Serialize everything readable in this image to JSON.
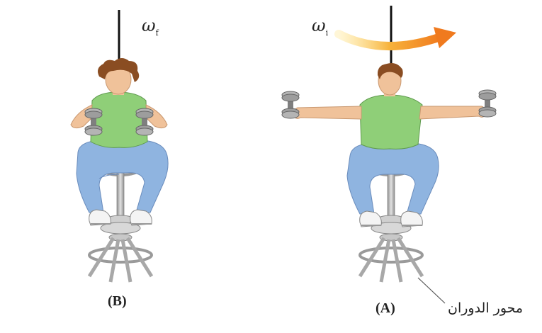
{
  "figure": {
    "panel_b": {
      "label": "(B)",
      "omega_symbol": "ω",
      "omega_sub": "f"
    },
    "panel_a": {
      "label": "(A)",
      "omega_symbol": "ω",
      "omega_sub": "i"
    },
    "axis_label": "محور الدوران",
    "colors": {
      "shirt": "#8fcf78",
      "pants": "#8fb4e0",
      "skin": "#f0c29a",
      "hair": "#8a4d22",
      "stool": "#b9b9b9",
      "dumbbell": "#9a9a9a",
      "arrow_start": "#ffe27a",
      "arrow_end": "#f07a1e"
    },
    "icons": [
      "rotation-arrow-icon",
      "dumbbell-icon",
      "stool-icon"
    ]
  }
}
